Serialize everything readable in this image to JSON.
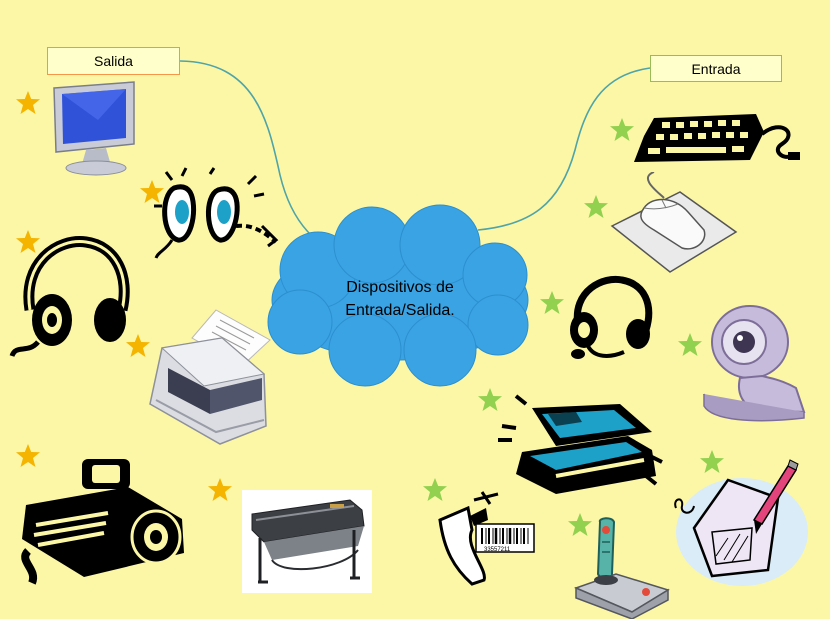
{
  "diagram": {
    "center_label": "Dispositivos de Entrada/Salida.",
    "output_label": "Salida",
    "input_label": "Entrada",
    "colors": {
      "background": "#fcf7a6",
      "cloud_fill": "#3aa3e3",
      "output_border": "#f79646",
      "input_border": "#9bbb59",
      "output_star": "#f4b400",
      "input_star": "#92d050"
    },
    "output_devices": [
      {
        "icon": "monitor-icon"
      },
      {
        "icon": "speakers-icon"
      },
      {
        "icon": "headphones-icon"
      },
      {
        "icon": "printer-icon"
      },
      {
        "icon": "projector-icon"
      },
      {
        "icon": "plotter-icon"
      }
    ],
    "input_devices": [
      {
        "icon": "keyboard-icon"
      },
      {
        "icon": "mouse-icon"
      },
      {
        "icon": "headset-microphone-icon"
      },
      {
        "icon": "webcam-icon"
      },
      {
        "icon": "scanner-icon"
      },
      {
        "icon": "barcode-reader-icon"
      },
      {
        "icon": "joystick-icon"
      },
      {
        "icon": "digital-pen-icon"
      }
    ],
    "barcode_number": "33557211"
  }
}
